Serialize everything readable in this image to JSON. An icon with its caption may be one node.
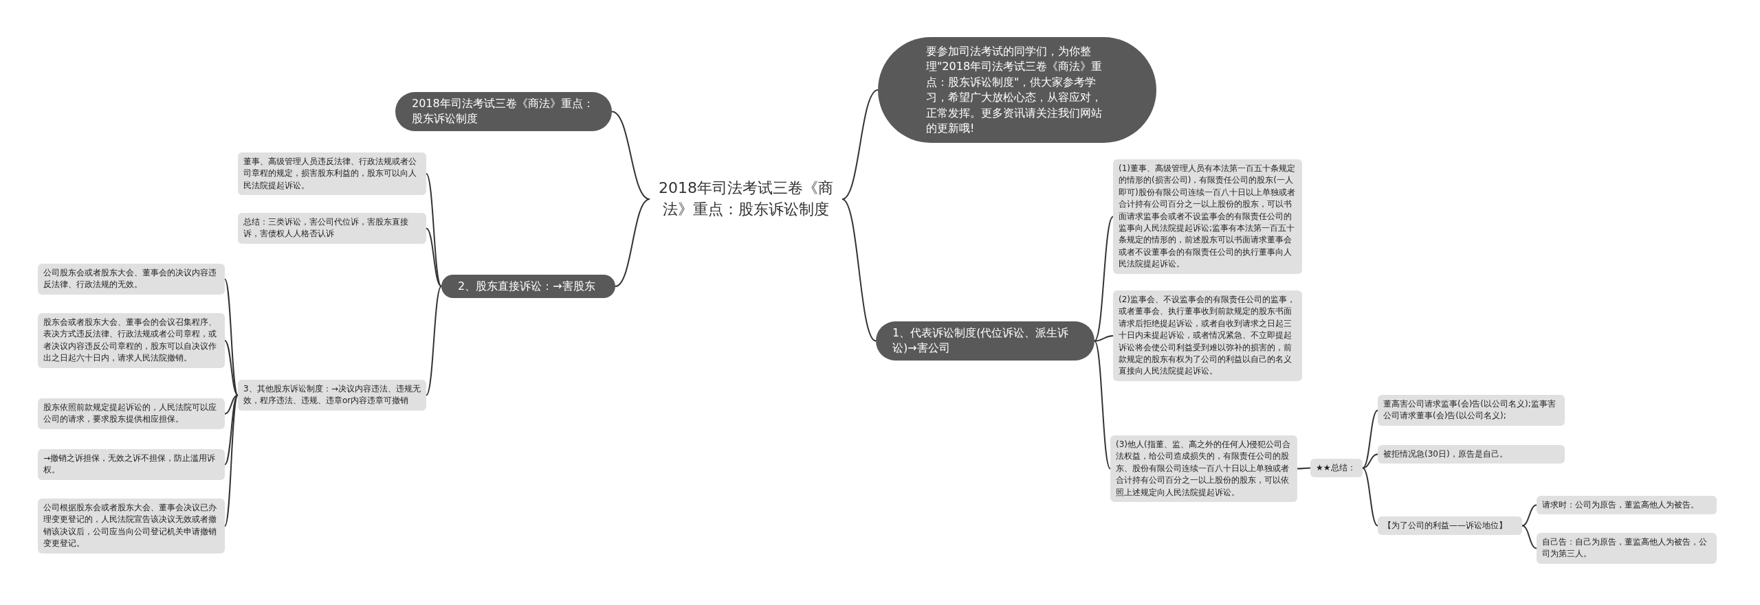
{
  "diagram": {
    "nodes": [
      {
        "text": [
          "2018年司法考试三卷《商法》重点：股东诉讼制度"
        ]
      },
      {
        "text": [
          "2018年司法考试三卷《商法》重点：股东诉讼制度"
        ]
      },
      {
        "text": [
          "要参加司法考试的同学们，为你整理\"2018年司法考试三卷《商法》重点：股东诉讼制度\"，供大家参考学习，希望广大放松心态，从容应对，正常发挥。更多资讯请关注我们网站的更新哦!"
        ]
      },
      {
        "text": [
          "2、股东直接诉讼：→害股东"
        ]
      },
      {
        "text": [
          "1、代表诉讼制度(代位诉讼、派生诉讼)→害公司"
        ]
      },
      {
        "text": [
          "董事、高级管理人员违反法律、行政法规或者公司章程的规定，损害股东利益的，股东可以向人民法院提起诉讼。"
        ]
      },
      {
        "text": [
          "总结：三类诉讼，害公司代位诉，害股东直接诉，害债权人人格否认诉"
        ]
      },
      {
        "text": [
          "3、其他股东诉讼制度：→决议内容违法、违规无效，程序违法、违规、违章or内容违章可撤销"
        ]
      },
      {
        "text": [
          "公司股东会或者股东大会、董事会的决议内容违反法律、行政法规的无效。"
        ]
      },
      {
        "text": [
          "股东会或者股东大会、董事会的会议召集程序、表决方式违反法律、行政法规或者公司章程，或者决议内容违反公司章程的，股东可以自决议作出之日起六十日内，请求人民法院撤销。"
        ]
      },
      {
        "text": [
          "股东依照前款规定提起诉讼的，人民法院可以应公司的请求，要求股东提供相应担保。"
        ]
      },
      {
        "text": [
          "→撤销之诉担保，无效之诉不担保，防止滥用诉权。"
        ]
      },
      {
        "text": [
          "公司根据股东会或者股东大会、董事会决议已办理变更登记的，人民法院宣告该决议无效或者撤销该决议后，公司应当向公司登记机关申请撤销变更登记。"
        ]
      },
      {
        "text": [
          "(1)董事、高级管理人员有本法第一百五十条规定的情形的(损害公司)，有限责任公司的股东(一人即可)股份有限公司连续一百八十日以上单独或者合计持有公司百分之一以上股份的股东，可以书面请求监事会或者不设监事会的有限责任公司的监事向人民法院提起诉讼;监事有本法第一百五十条规定的情形的，前述股东可以书面请求董事会或者不设董事会的有限责任公司的执行董事向人民法院提起诉讼。"
        ]
      },
      {
        "text": [
          "(2)监事会、不设监事会的有限责任公司的监事，或者董事会、执行董事收到前款规定的股东书面请求后拒绝提起诉讼，或者自收到请求之日起三十日内未提起诉讼，或者情况紧急、不立即提起诉讼将会使公司利益受到难以弥补的损害的，前款规定的股东有权为了公司的利益以自己的名义直接向人民法院提起诉讼。"
        ]
      },
      {
        "text": [
          "(3)他人(指董、监、高之外的任何人)侵犯公司合法权益，给公司造成损失的，有限责任公司的股东、股份有限公司连续一百八十日以上单独或者合计持有公司百分之一以上股份的股东，可以依照上述规定向人民法院提起诉讼。"
        ]
      },
      {
        "text": [
          "★★总结："
        ]
      },
      {
        "text": [
          "董高害公司请求监事(会)告(以公司名义);监事害公司请求董事(会)告(以公司名义);"
        ]
      },
      {
        "text": [
          "被拒情况急(30日)，原告是自己。"
        ]
      },
      {
        "text": [
          "【为了公司的利益——诉讼地位】"
        ]
      },
      {
        "text": [
          "请求时：公司为原告，董监高他人为被告。"
        ]
      },
      {
        "text": [
          "自己告：自己为原告，董监高他人为被告，公司为第三人。"
        ]
      }
    ],
    "edges": [
      {
        "from": 0,
        "to": 1,
        "arrow": "none"
      },
      {
        "from": 0,
        "to": 2,
        "arrow": "none"
      },
      {
        "from": 0,
        "to": 3,
        "arrow": "none"
      },
      {
        "from": 0,
        "to": 4,
        "arrow": "none"
      },
      {
        "from": 3,
        "to": 5,
        "arrow": "none"
      },
      {
        "from": 3,
        "to": 6,
        "arrow": "none"
      },
      {
        "from": 3,
        "to": 7,
        "arrow": "none"
      },
      {
        "from": 7,
        "to": 8,
        "arrow": "none"
      },
      {
        "from": 7,
        "to": 9,
        "arrow": "none"
      },
      {
        "from": 7,
        "to": 10,
        "arrow": "none"
      },
      {
        "from": 7,
        "to": 11,
        "arrow": "none"
      },
      {
        "from": 7,
        "to": 12,
        "arrow": "none"
      },
      {
        "from": 4,
        "to": 13,
        "arrow": "none"
      },
      {
        "from": 4,
        "to": 14,
        "arrow": "none"
      },
      {
        "from": 4,
        "to": 15,
        "arrow": "none"
      },
      {
        "from": 15,
        "to": 16,
        "arrow": "none"
      },
      {
        "from": 16,
        "to": 17,
        "arrow": "none"
      },
      {
        "from": 16,
        "to": 18,
        "arrow": "none"
      },
      {
        "from": 16,
        "to": 19,
        "arrow": "none"
      },
      {
        "from": 19,
        "to": 20,
        "arrow": "none"
      },
      {
        "from": 19,
        "to": 21,
        "arrow": "none"
      }
    ]
  }
}
